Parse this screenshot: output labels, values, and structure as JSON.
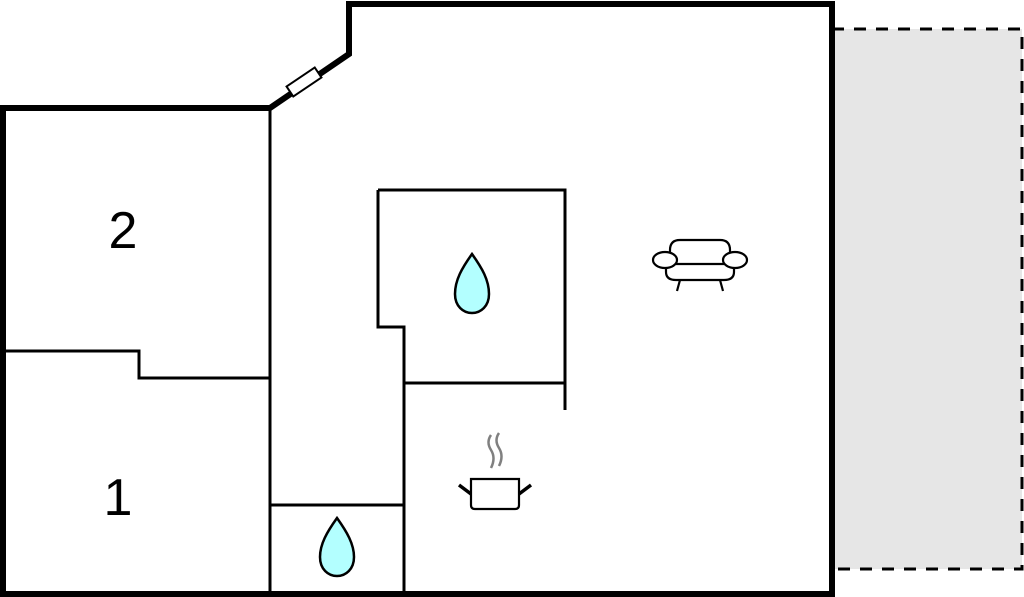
{
  "floorplan": {
    "rooms": [
      {
        "id": "bedroom-2",
        "label": "2"
      },
      {
        "id": "bedroom-1",
        "label": "1"
      }
    ],
    "icons": {
      "bathroom_main": "water-drop-icon",
      "bathroom_small": "water-drop-icon",
      "living": "sofa-icon",
      "kitchen": "cooking-pot-icon",
      "entrance": "door-icon"
    },
    "colors": {
      "wall": "#000000",
      "water": "#b3ffff",
      "terrace": "#e6e6e6",
      "steam": "#808080"
    }
  }
}
